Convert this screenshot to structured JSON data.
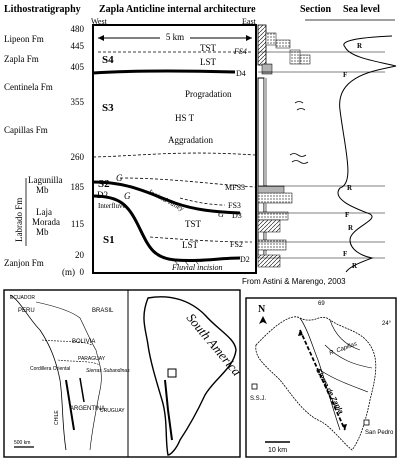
{
  "headers": {
    "lithostratigraphy": "Lithostratigraphy",
    "architecture": "Zapla Anticline internal architecture",
    "section": "Section",
    "sea_level": "Sea level"
  },
  "directions": {
    "west": "West",
    "east": "East"
  },
  "scale_km": "5 km",
  "depth_unit": "(m)",
  "depth_ticks": [
    "480",
    "445",
    "405",
    "355",
    "260",
    "185",
    "115",
    "20",
    "0"
  ],
  "formations": {
    "lipeon": "Lipeon Fm",
    "zapla": "Zapla Fm",
    "centinela": "Centinela Fm",
    "capillas": "Capillas Fm",
    "labrado": "Labrado Fm",
    "lagunilla": "Lagunilla",
    "laja_morada": "Laja",
    "mb1": "Mb",
    "morada": "Morada",
    "mb2": "Mb",
    "zanjon": "Zanjon Fm"
  },
  "sequences": {
    "s1": "S1",
    "s2": "S2",
    "s3": "S3",
    "s4": "S4",
    "d2": "D2"
  },
  "tracts": {
    "tst_top": "TST",
    "lst_top": "LST",
    "progradation": "Progradation",
    "hst": "HS T",
    "aggradation": "Aggradation",
    "tst_mid": "TST",
    "lst_mid": "LST",
    "interfluve": "Interfluve",
    "incised": "Incised valley"
  },
  "surfaces": {
    "fs4": "FS4",
    "d4": "D4",
    "mfs3": "MFS3",
    "fs3": "FS3",
    "d3": "D3",
    "fs2": "FS2",
    "d2": "D2",
    "fluvial_incision": "Fluvial incision",
    "g1": "G",
    "g2": "G"
  },
  "sea_level_marks": [
    "R",
    "F",
    "R",
    "F",
    "R",
    "F",
    "R"
  ],
  "citation": "From Astini & Marengo, 2003",
  "map_left": {
    "peru": "PERU",
    "brazil": "BRASIL",
    "ecuador": "ECUADOR",
    "bolivia": "BOLIVIA",
    "chile": "CHILE",
    "paraguay": "PARAGUAY",
    "argentina": "ARGENTINA",
    "uruguay": "URUGUAY",
    "cordillera": "Cordillera Oriental",
    "sierras": "Sierras Subandinas",
    "scale": "500 km"
  },
  "map_inset": {
    "title": "South America"
  },
  "map_right": {
    "north": "N",
    "coord_top": "69",
    "lat_right": "24°",
    "town_left": "S.S.J.",
    "town_right": "San Pedro",
    "river": "R. Capillas",
    "ridge": "Sierra de Zapla",
    "scale": "10 km"
  }
}
